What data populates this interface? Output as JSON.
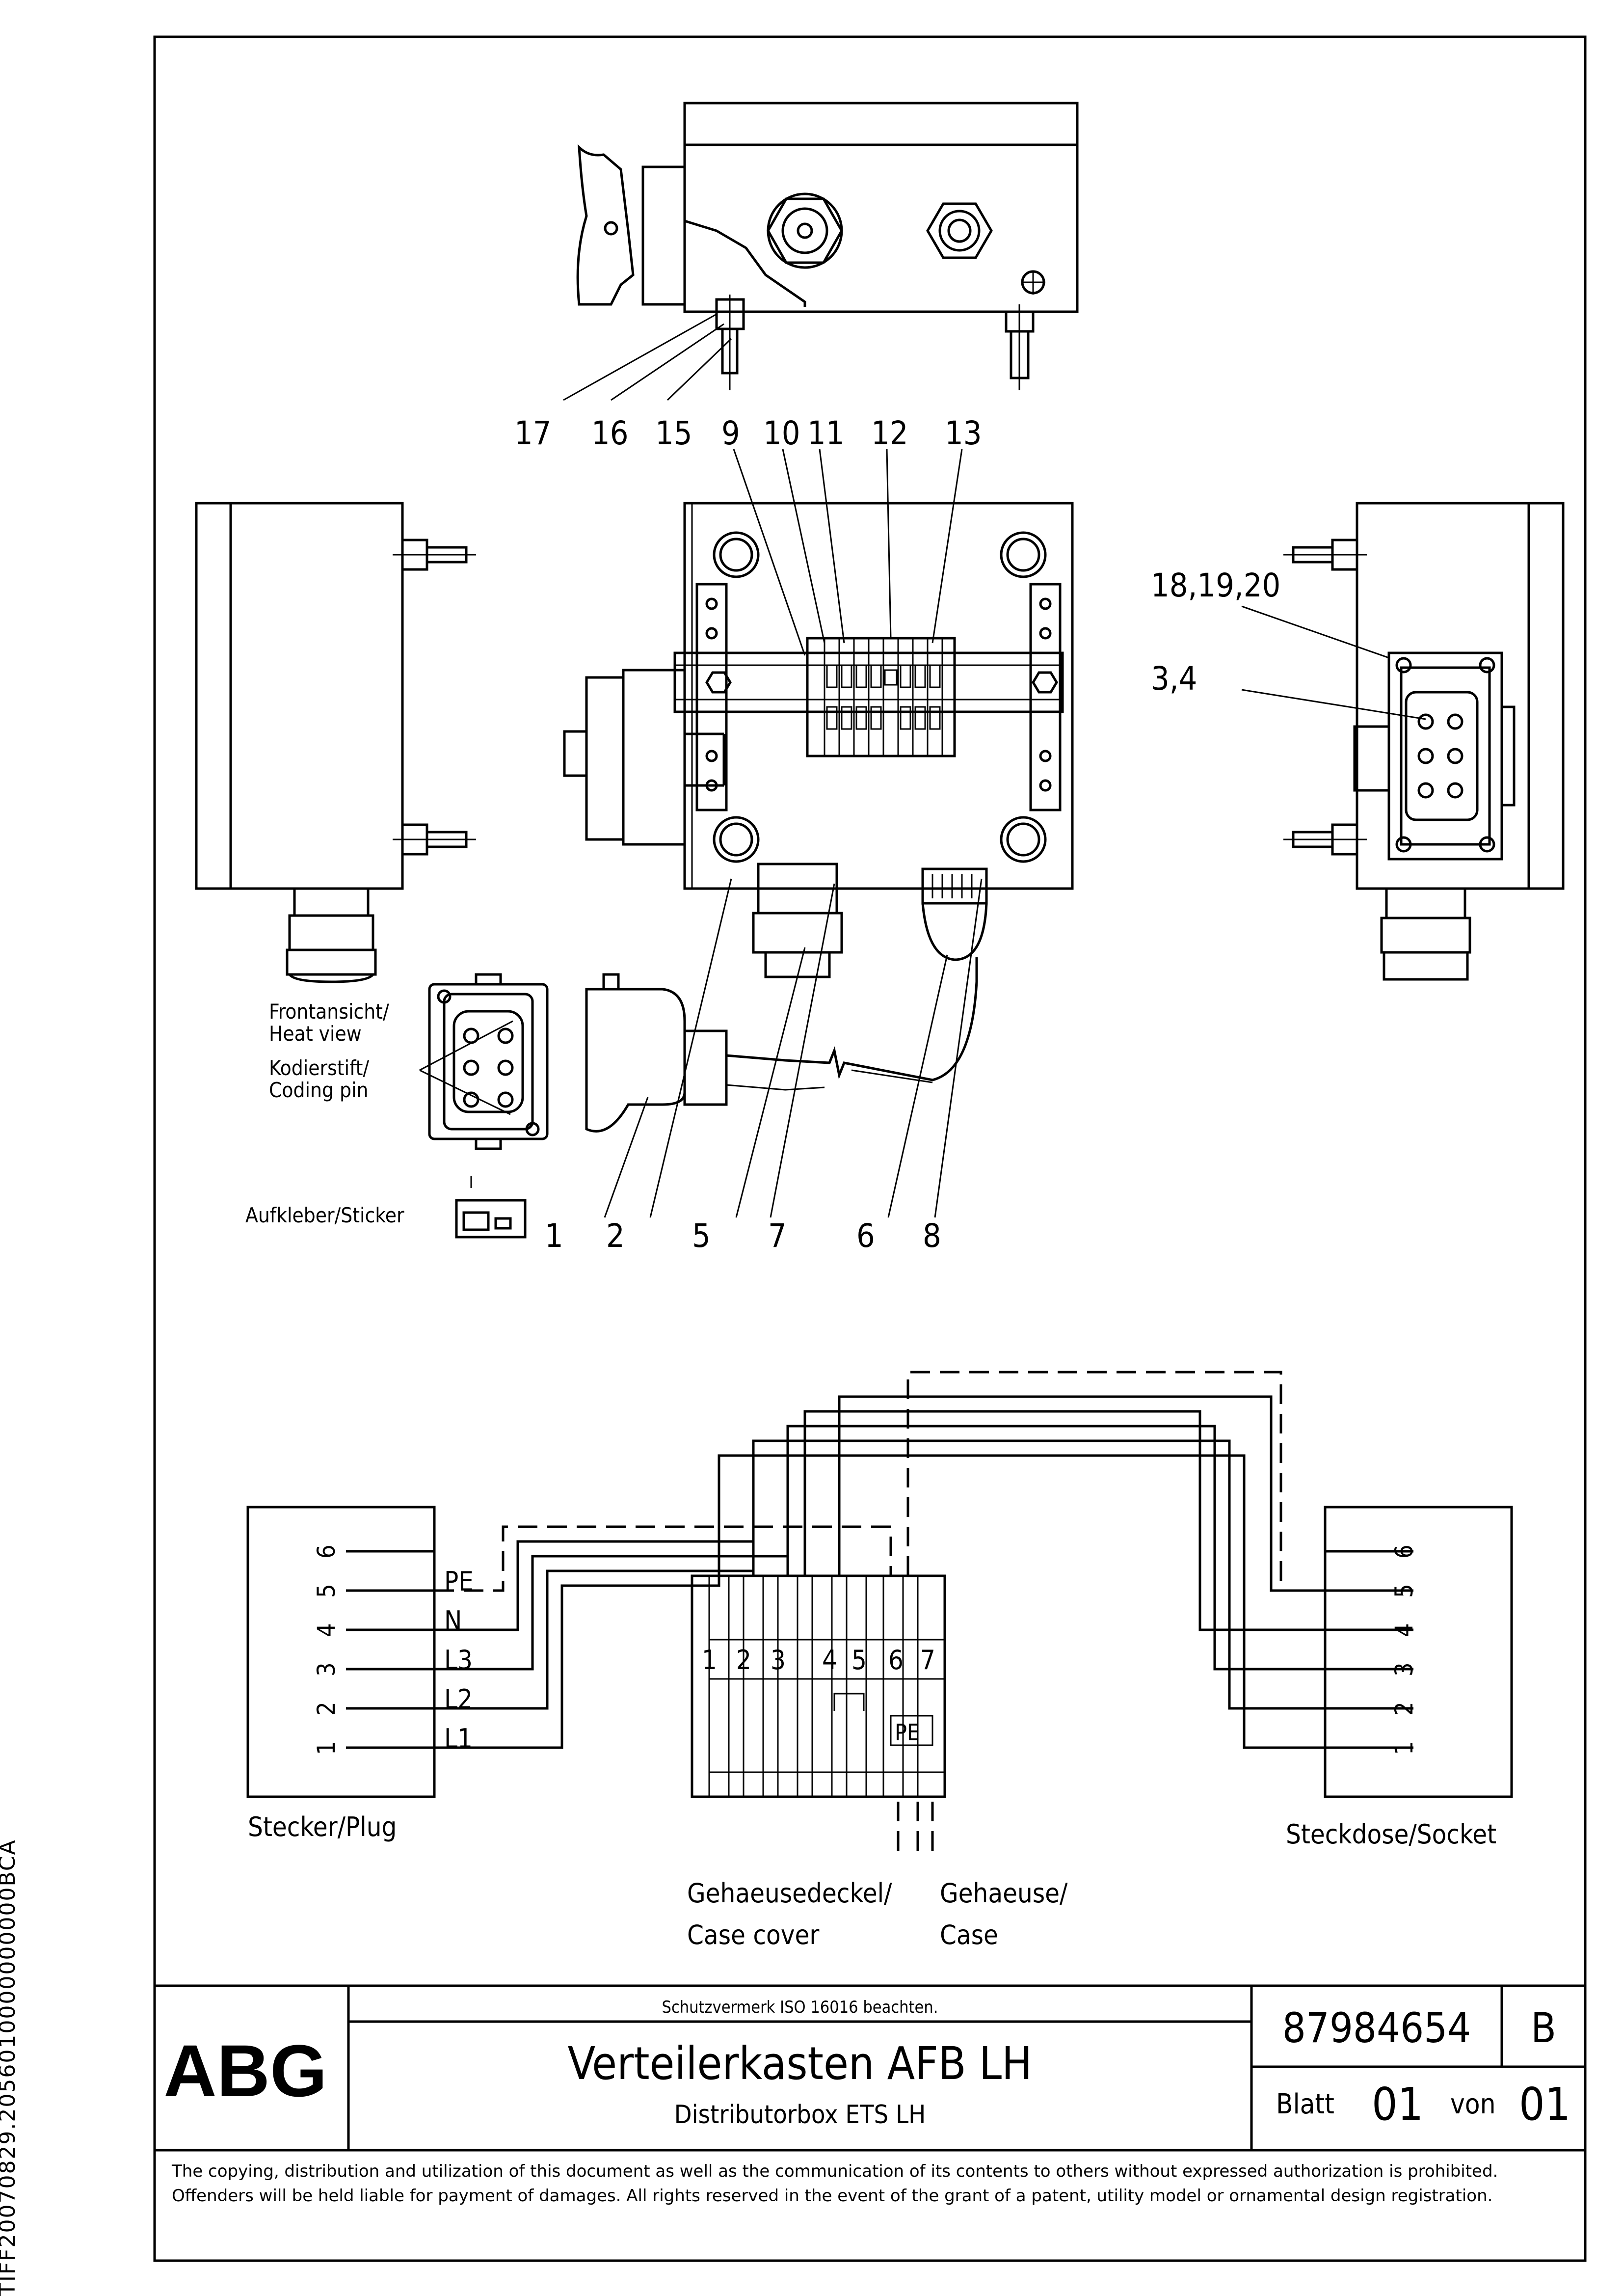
{
  "side_id": "TIFF20070829.2056010000000000BCA",
  "parts": {
    "top_row": [
      "17",
      "16",
      "15",
      "9",
      "10",
      "11",
      "12",
      "13"
    ],
    "bottom_row": [
      "1",
      "2",
      "5",
      "7",
      "6",
      "8"
    ],
    "right_a": "18,19,20",
    "right_b": "3,4"
  },
  "notes": {
    "front_view_de": "Frontansicht/",
    "front_view_en": "Heat view",
    "coding_pin_de": "Kodierstift/",
    "coding_pin_en": "Coding pin",
    "sticker": "Aufkleber/Sticker"
  },
  "schematic": {
    "plug_label": "Stecker/Plug",
    "socket_label": "Steckdose/Socket",
    "pin_numbers": [
      "1",
      "2",
      "3",
      "4",
      "5",
      "6"
    ],
    "plug_signals": [
      "L1",
      "L2",
      "L3",
      "N",
      "PE"
    ],
    "terminal_numbers": [
      "1",
      "2",
      "3",
      "4",
      "5",
      "6",
      "7"
    ],
    "pe_mark": "PE",
    "case_cover": [
      "Gehaeusedeckel/",
      "Case cover"
    ],
    "case": [
      "Gehaeuse/",
      "Case"
    ]
  },
  "title_block": {
    "logo": "ABG",
    "protection_note": "Schutzvermerk ISO 16016 beachten.",
    "title_de": "Verteilerkasten AFB LH",
    "title_en": "Distributorbox ETS LH",
    "drawing_number": "87984654",
    "revision": "B",
    "sheet_label": "Blatt",
    "sheet": "01",
    "of_label": "von",
    "sheets_total": "01"
  },
  "legal_text": "The copying, distribution and utilization of this document as well as the communication of its contents to others without expressed authorization is prohibited. Offenders will be held liable for payment of damages. All rights reserved in the event of the grant of a patent, utility model or ornamental design registration."
}
